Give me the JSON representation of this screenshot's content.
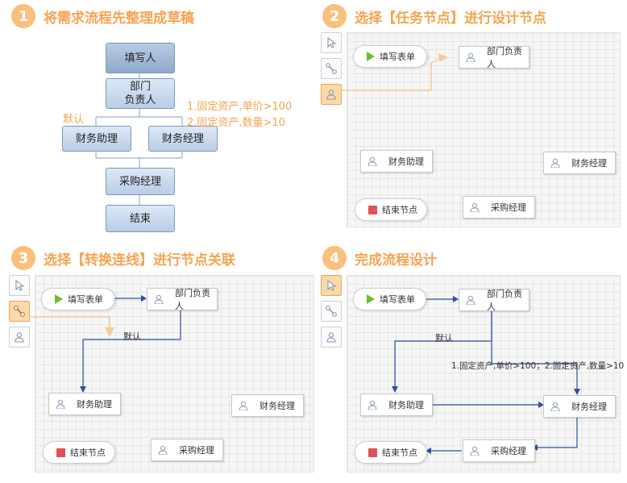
{
  "steps": [
    {
      "num": "1",
      "title": "将需求流程先整理成草稿"
    },
    {
      "num": "2",
      "title": "选择【任务节点】进行设计节点"
    },
    {
      "num": "3",
      "title": "选择【转换连线】进行节点关联"
    },
    {
      "num": "4",
      "title": "完成流程设计"
    }
  ],
  "draft": {
    "n1": "填写人",
    "n2a": "部门",
    "n2b": "负责人",
    "n3": "财务助理",
    "n4": "财务经理",
    "n5": "采购经理",
    "n6": "结束",
    "default_label": "默认",
    "cond1": "1.固定资产,单价>100",
    "cond2": "2.固定资产,数量>10"
  },
  "nodes": {
    "start": "填写表单",
    "dept": "部门负责人",
    "assistant": "财务助理",
    "manager": "财务经理",
    "end": "结束节点",
    "purchase": "采购经理"
  },
  "edge_labels": {
    "default": "默认",
    "condition": "1.固定资产,单价>100；2.固定资产,数量>10"
  },
  "tools": [
    "pointer-tool",
    "connector-tool",
    "task-node-tool"
  ],
  "colors": {
    "accent": "#f7a350",
    "line": "#2d4f9e",
    "start": "#6abf2e",
    "end": "#e05252"
  }
}
